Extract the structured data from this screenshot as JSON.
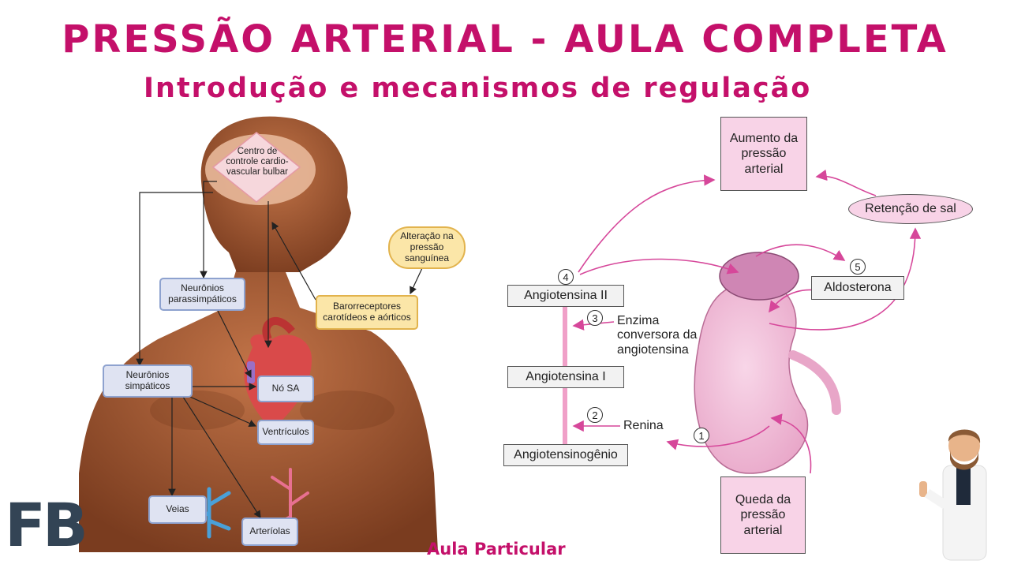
{
  "header": {
    "title": "PRESSÃO ARTERIAL - AULA COMPLETA",
    "subtitle": "Introdução e mecanismos de regulação"
  },
  "left_diagram": {
    "center": "Centro de controle cardio-vascular bulbar",
    "alteration": "Alteração na pressão sanguínea",
    "baroreceptors": "Barorreceptores carotídeos e aórticos",
    "parasympathetic": "Neurônios parassimpáticos",
    "sympathetic": "Neurônios simpáticos",
    "sa_node": "Nó SA",
    "ventricles": "Ventrículos",
    "veins": "Veias",
    "arterioles": "Arteríolas"
  },
  "right_diagram": {
    "increase": "Aumento da pressão arterial",
    "salt_retention": "Retenção de sal",
    "aldosterone": "Aldosterona",
    "angiotensin_ii": "Angiotensina II",
    "enzyme": "Enzima conversora da angiotensina",
    "angiotensin_i": "Angiotensina I",
    "renin": "Renina",
    "angiotensinogen": "Angiotensinogênio",
    "decrease": "Queda da pressão arterial",
    "step1": "1",
    "step2": "2",
    "step3": "3",
    "step4": "4",
    "step5": "5"
  },
  "branding": {
    "logo": "FB",
    "footer": "Aula Particular"
  },
  "colors": {
    "accent": "#c4106a",
    "arrow_pink": "#d6479a",
    "skin": "#a8603a",
    "kidney": "#f4c5de"
  }
}
